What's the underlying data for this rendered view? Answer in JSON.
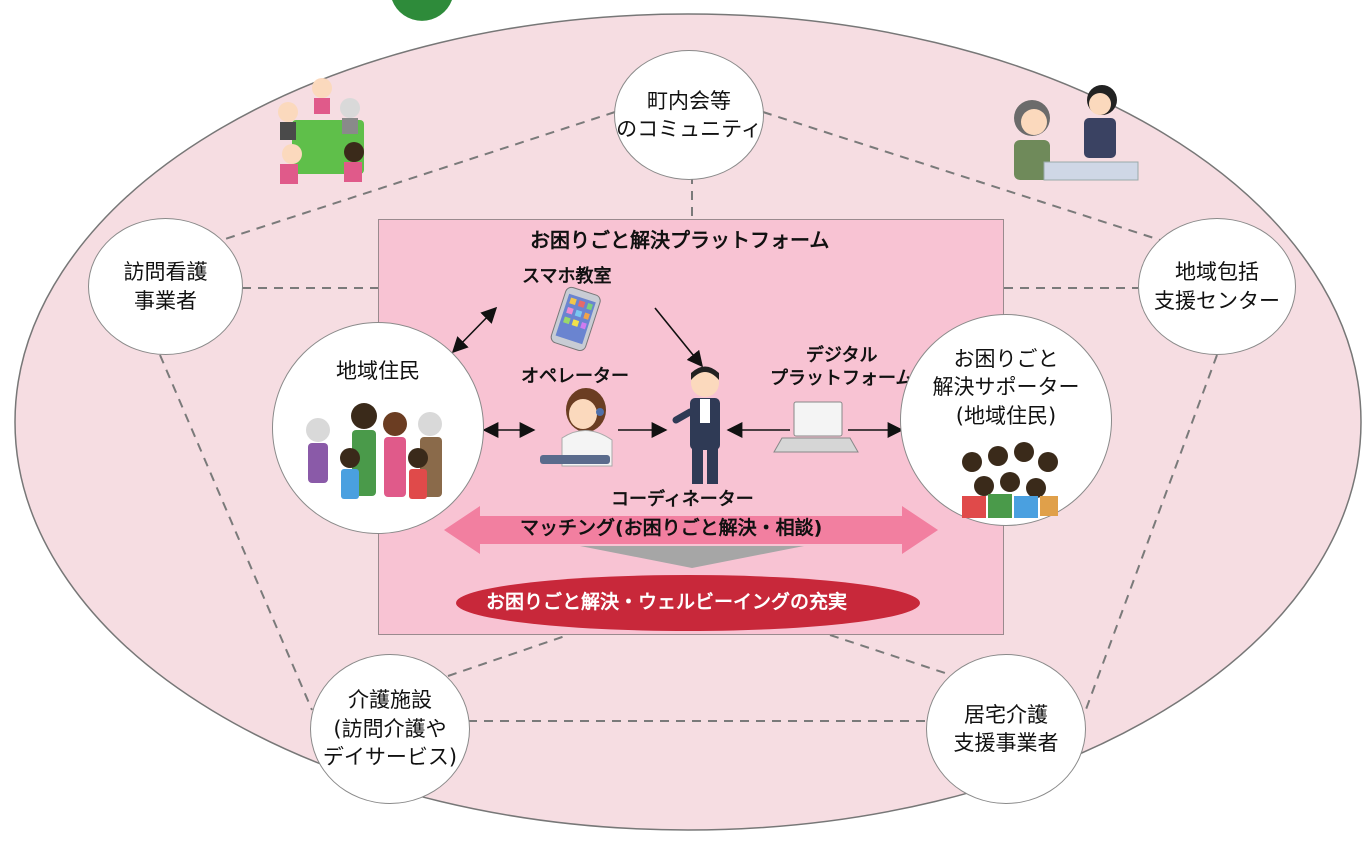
{
  "nodes": {
    "community": "町内会等\nのコミュニティ",
    "nursing": "訪問看護\n事業者",
    "center": "地域包括\n支援センター",
    "residents": "地域住民",
    "supporters": "お困りごと\n解決サポーター\n(地域住民)",
    "care_facility": "介護施設\n(訪問介護や\nデイサービス)",
    "home_care": "居宅介護\n支援事業者"
  },
  "platform": {
    "title": "お困りごと解決プラットフォーム",
    "smartphone_class": "スマホ教室",
    "operator": "オペレーター",
    "digital_platform": "デジタル\nプラットフォーム",
    "coordinator": "コーディネーター",
    "matching": "マッチング(お困りごと解決・相談)",
    "outcome": "お困りごと解決・ウェルビーイングの充実"
  },
  "colors": {
    "ellipse_fill": "#f6dde2",
    "platform_fill": "#f8c3d3",
    "arrow_fill": "#f27fa0",
    "outcome_fill": "#c8283a",
    "triangle_fill": "#a6a6a6"
  }
}
